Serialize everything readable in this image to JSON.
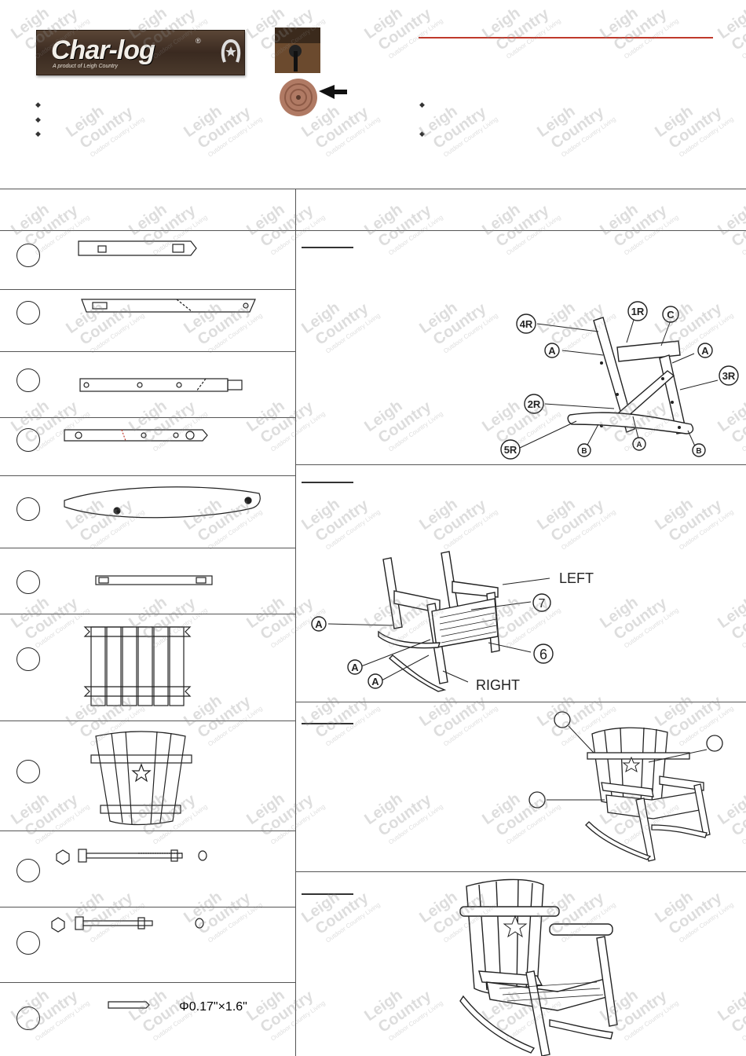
{
  "brand": {
    "logo_text": "Char-log",
    "registered_mark": "®",
    "logo_subtitle": "A product of Leigh Country"
  },
  "watermark": {
    "line1": "Leigh",
    "line2": "Country",
    "line3": "Outdoor Country Living"
  },
  "assembly_labels": {
    "step1": [
      "4R",
      "1R",
      "C",
      "A",
      "A",
      "3R",
      "2R",
      "5R",
      "B",
      "A",
      "B"
    ],
    "step2": {
      "left": "LEFT",
      "right": "RIGHT",
      "part7": "7",
      "part6": "6",
      "a1": "A",
      "a2": "A",
      "a3": "A"
    }
  },
  "hardware": {
    "screw_spec": "Φ0.17\"×1.6\""
  },
  "colors": {
    "accent_line": "#c0392b",
    "logo_bg": "#4b3a2c"
  }
}
